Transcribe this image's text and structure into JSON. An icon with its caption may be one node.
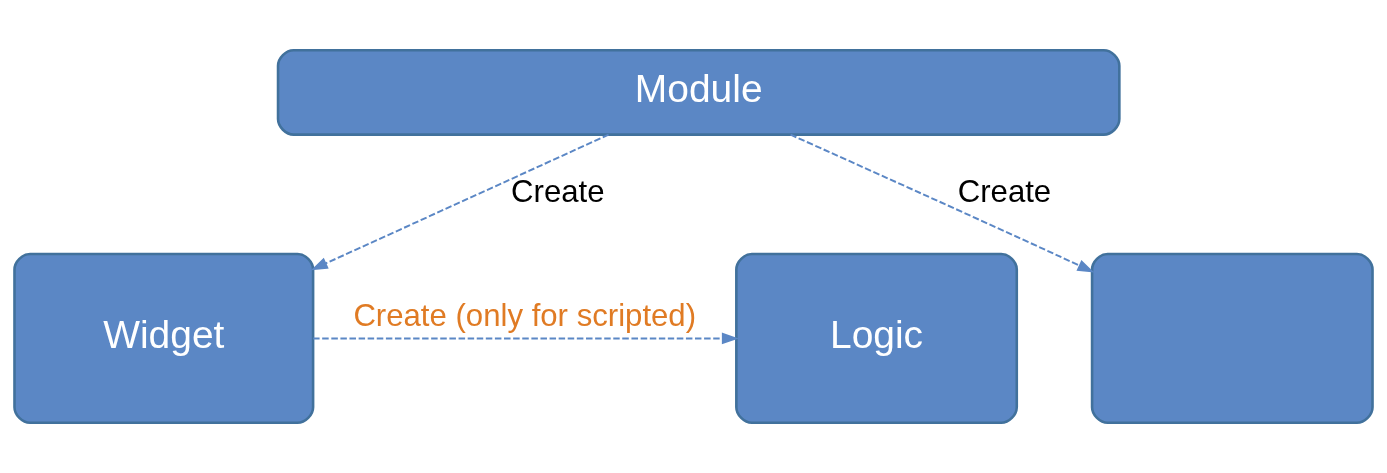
{
  "diagram": {
    "nodes": [
      {
        "text": [
          "Module"
        ]
      },
      {
        "text": [
          "Widget"
        ]
      },
      {
        "text": [],
        "shape": "box"
      },
      {
        "text": [
          "Logic"
        ]
      }
    ],
    "edges": [
      {
        "from": 0,
        "to": 1,
        "arrow": "to",
        "label": "Create",
        "style": "dashed"
      },
      {
        "from": 0,
        "to": 2,
        "arrow": "to",
        "label": "Create",
        "style": "dashed"
      },
      {
        "from": 1,
        "to": 3,
        "arrow": "to",
        "label": "Create (only for scripted)",
        "style": "dashed"
      }
    ]
  }
}
